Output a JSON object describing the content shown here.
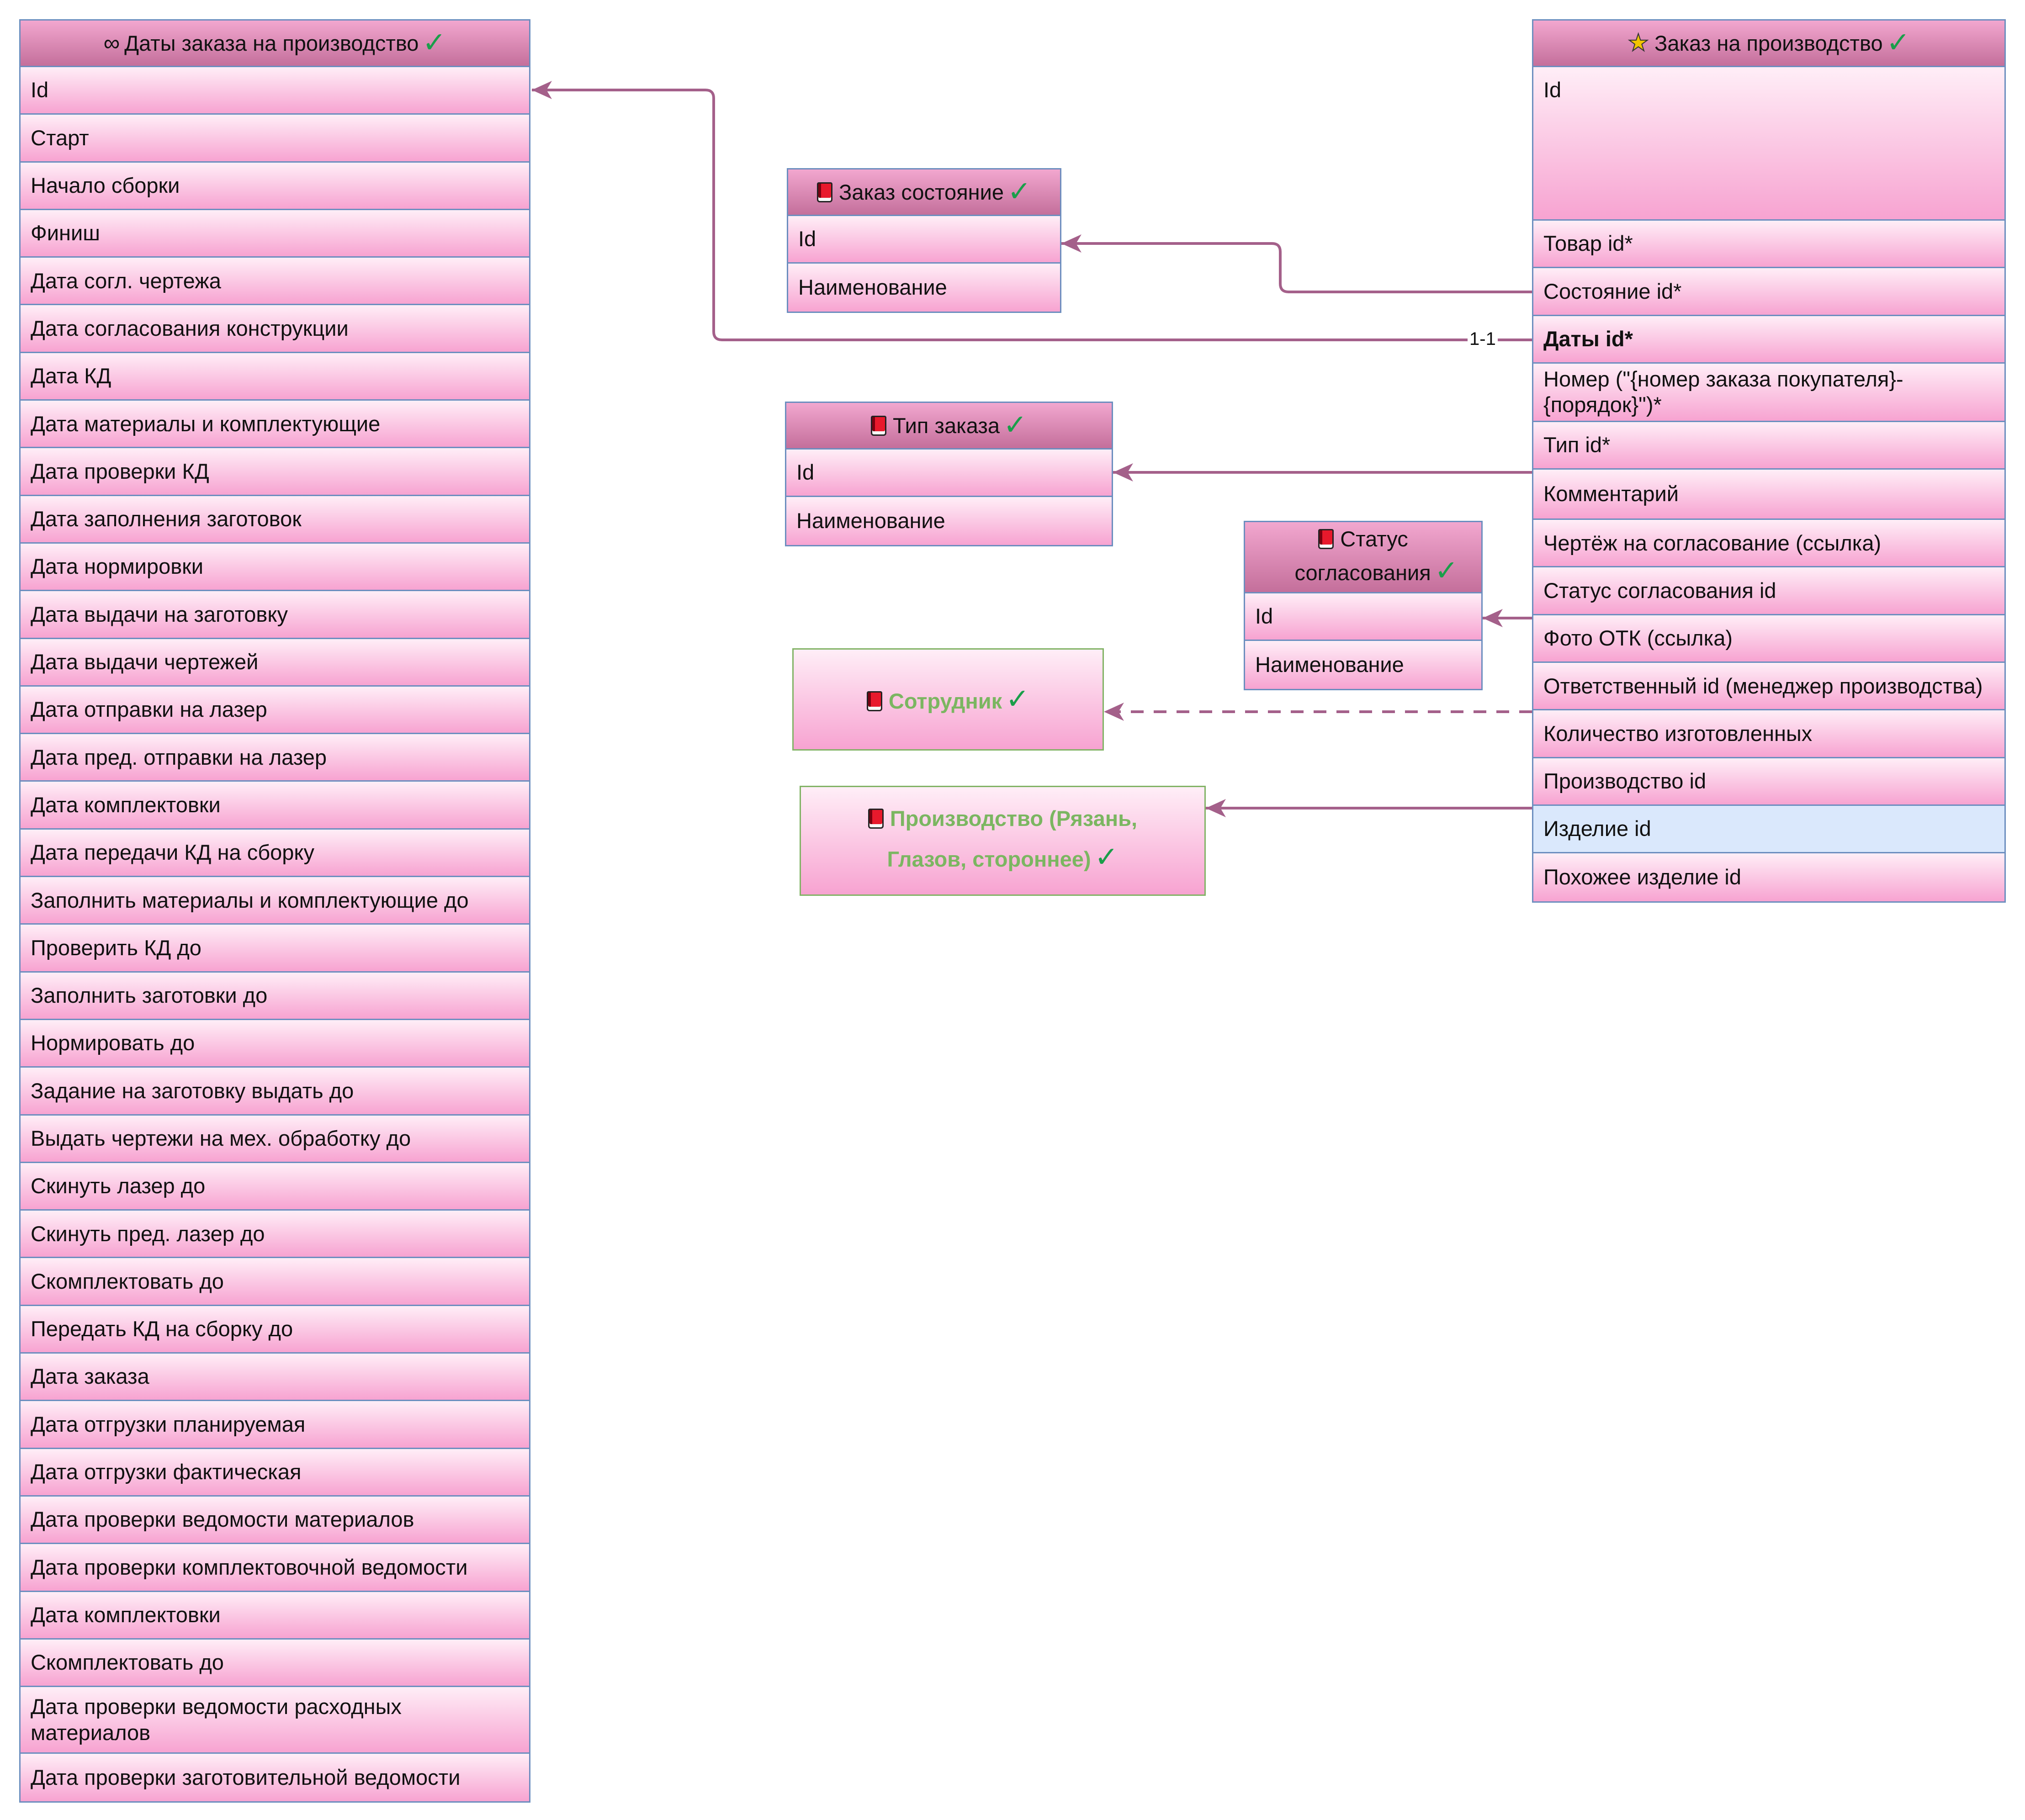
{
  "dates_entity": {
    "title": "Даты заказа на производство",
    "rows": [
      "Id",
      "Старт",
      "Начало сборки",
      "Финиш",
      "Дата согл. чертежа",
      "Дата согласования конструкции",
      "Дата КД",
      "Дата материалы и комплектующие",
      "Дата проверки КД",
      "Дата заполнения заготовок",
      "Дата нормировки",
      "Дата выдачи на заготовку",
      "Дата выдачи чертежей",
      "Дата отправки на лазер",
      "Дата пред. отправки на лазер",
      "Дата комплектовки",
      "Дата передачи КД на сборку",
      "Заполнить материалы и комплектующие до",
      "Проверить КД до",
      "Заполнить заготовки до",
      "Нормировать до",
      "Задание на заготовку выдать до",
      "Выдать чертежи на мех. обработку до",
      "Скинуть лазер до",
      "Скинуть пред. лазер до",
      "Скомплектовать до",
      "Передать КД на сборку до",
      "Дата заказа",
      "Дата отгрузки планируемая",
      "Дата отгрузки фактическая",
      "Дата проверки ведомости материалов",
      "Дата проверки комплектовочной ведомости",
      "Дата комплектовки",
      "Скомплектовать до",
      "Дата проверки ведомости расходных материалов",
      "Дата проверки заготовительной ведомости"
    ]
  },
  "order_entity": {
    "title": "Заказ на производство",
    "rows": [
      "Id",
      "Товар id*",
      "Состояние id*",
      "Даты id*",
      "Номер (\"{номер заказа покупателя}-{порядок}\")*",
      "Тип id*",
      "Комментарий",
      "Чертёж на согласование (ссылка)",
      "Статус согласования id",
      "Фото ОТК (ссылка)",
      "Ответственный id (менеджер производства)",
      "Количество изготовленных",
      "Производство id",
      "Изделие id",
      "Похожее изделие id"
    ]
  },
  "state_entity": {
    "title": "Заказ состояние",
    "rows": [
      "Id",
      "Наименование"
    ]
  },
  "type_entity": {
    "title": "Тип заказа",
    "rows": [
      "Id",
      "Наименование"
    ]
  },
  "approval_entity": {
    "title": "Статус согласования",
    "rows": [
      "Id",
      "Наименование"
    ]
  },
  "employee_box": {
    "title": "Сотрудник"
  },
  "production_box": {
    "title": "Производство (Рязань, Глазов, стороннее)"
  },
  "check_mark": "✓",
  "relation_label": "1-1",
  "colors": {
    "edge": "#a4608a",
    "border": "#6c8ebf",
    "ref_border": "#82b366",
    "check": "#1a9e4a",
    "highlight_row": "#dae8fc"
  },
  "icons": {
    "dates": "infinity-icon",
    "order": "star-icon",
    "reference": "book-icon"
  }
}
